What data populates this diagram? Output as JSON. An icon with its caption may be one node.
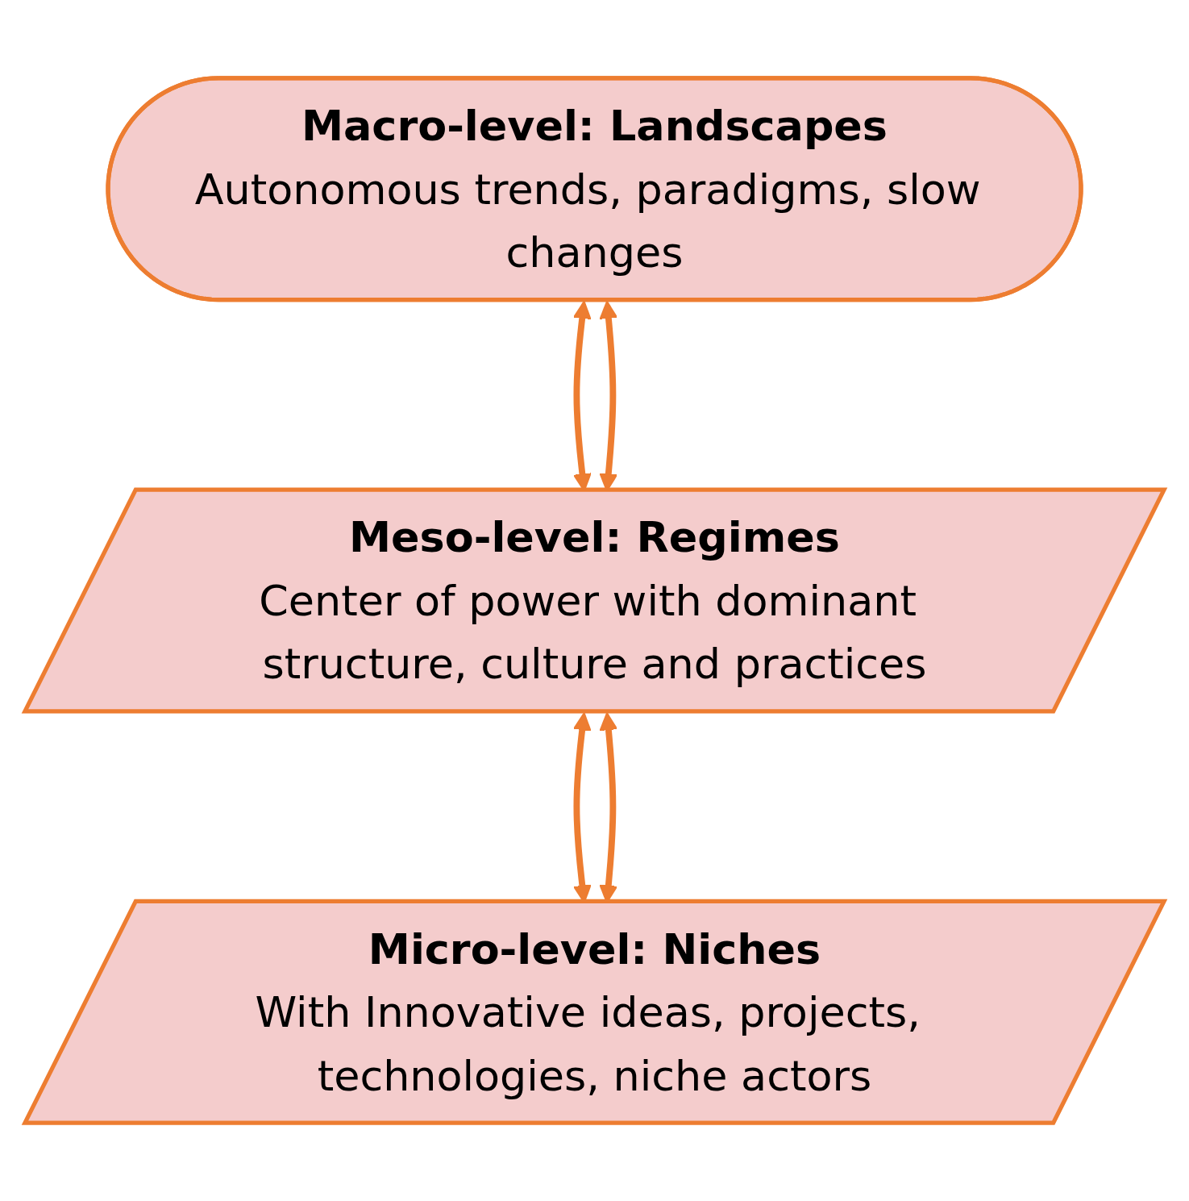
{
  "diagram": {
    "nodes": [
      {
        "text": [
          "Macro-level: Landscapes",
          "Autonomous trends, paradigms, slow changes"
        ]
      },
      {
        "text": [
          "Meso-level: Regimes",
          "Center of power with dominant structure, culture and practices"
        ]
      },
      {
        "text": [
          "Micro-level: Niches",
          "With Innovative ideas, projects, technologies, niche actors"
        ]
      }
    ],
    "edges": [
      {
        "from": 0,
        "to": 1,
        "arrow": "both"
      },
      {
        "from": 0,
        "to": 1,
        "arrow": "both"
      },
      {
        "from": 1,
        "to": 2,
        "arrow": "both"
      },
      {
        "from": 1,
        "to": 2,
        "arrow": "both"
      }
    ]
  }
}
